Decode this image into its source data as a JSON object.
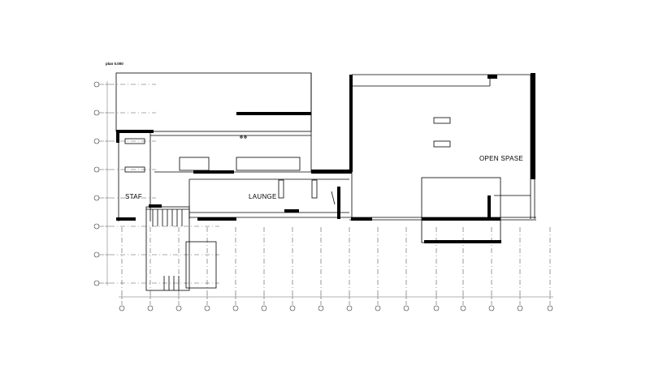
{
  "drawing": {
    "title": "plan 0.000"
  },
  "rooms": [
    {
      "id": "staf",
      "label": "STAF"
    },
    {
      "id": "launge",
      "label": "LAUNGE"
    },
    {
      "id": "open-spase",
      "label": "OPEN SPASE"
    }
  ]
}
